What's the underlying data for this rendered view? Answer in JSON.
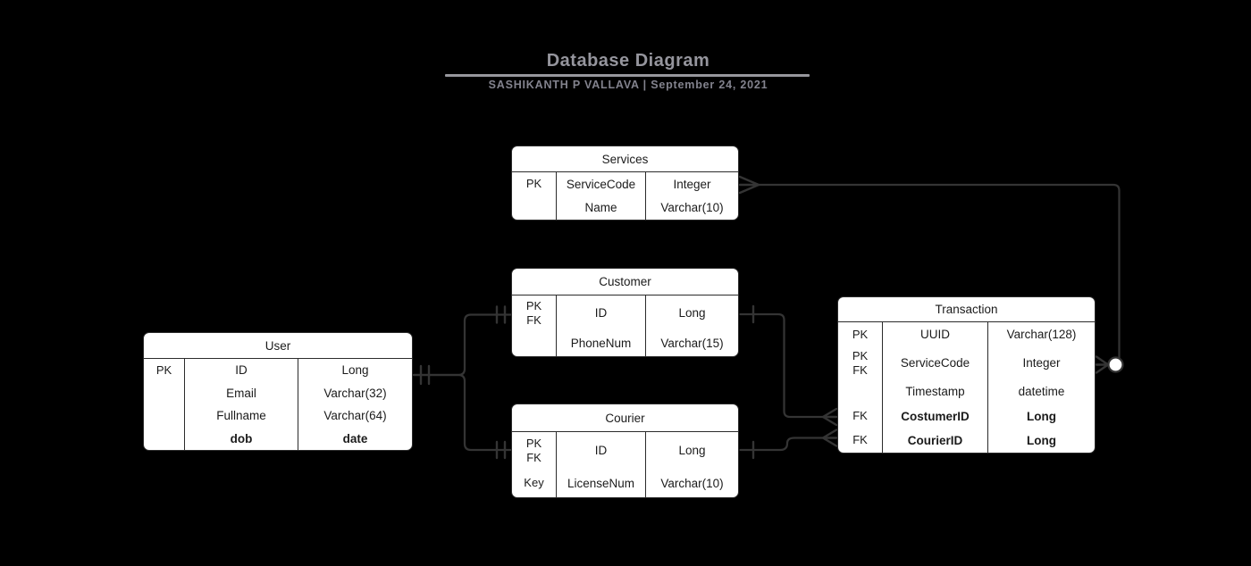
{
  "header": {
    "title": "Database Diagram",
    "subtitle": "SASHIKANTH P VALLAVA | September 24, 2021"
  },
  "colors": {
    "background": "#000000",
    "entity_fill": "#ffffff",
    "entity_border": "#2b2b2b",
    "connector": "#343434",
    "title_text": "#95959d"
  },
  "diagram": {
    "entities": [
      {
        "id": "services",
        "title": "Services",
        "rows": [
          {
            "keys": [
              "PK"
            ],
            "name": "ServiceCode",
            "type": "Integer",
            "bold": false
          },
          {
            "keys": [],
            "name": "Name",
            "type": "Varchar(10)",
            "bold": false
          }
        ]
      },
      {
        "id": "customer",
        "title": "Customer",
        "rows": [
          {
            "keys": [
              "PK",
              "FK"
            ],
            "name": "ID",
            "type": "Long",
            "bold": false
          },
          {
            "keys": [],
            "name": "PhoneNum",
            "type": "Varchar(15)",
            "bold": false
          }
        ]
      },
      {
        "id": "user",
        "title": "User",
        "rows": [
          {
            "keys": [
              "PK"
            ],
            "name": "ID",
            "type": "Long",
            "bold": false
          },
          {
            "keys": [],
            "name": "Email",
            "type": "Varchar(32)",
            "bold": false
          },
          {
            "keys": [],
            "name": "Fullname",
            "type": "Varchar(64)",
            "bold": false
          },
          {
            "keys": [],
            "name": "dob",
            "type": "date",
            "bold": true
          }
        ]
      },
      {
        "id": "courier",
        "title": "Courier",
        "rows": [
          {
            "keys": [
              "PK",
              "FK"
            ],
            "name": "ID",
            "type": "Long",
            "bold": false
          },
          {
            "keys": [
              "Key"
            ],
            "name": "LicenseNum",
            "type": "Varchar(10)",
            "bold": false
          }
        ]
      },
      {
        "id": "transaction",
        "title": "Transaction",
        "rows": [
          {
            "keys": [
              "PK"
            ],
            "name": "UUID",
            "type": "Varchar(128)",
            "bold": false
          },
          {
            "keys": [
              "PK",
              "FK"
            ],
            "name": "ServiceCode",
            "type": "Integer",
            "bold": false
          },
          {
            "keys": [],
            "name": "Timestamp",
            "type": "datetime",
            "bold": false
          },
          {
            "keys": [
              "FK"
            ],
            "name": "CostumerID",
            "type": "Long",
            "bold": true
          },
          {
            "keys": [
              "FK"
            ],
            "name": "CourierID",
            "type": "Long",
            "bold": true
          }
        ]
      }
    ],
    "relationships": [
      {
        "from": "Services",
        "to": "Transaction",
        "from_marker": "many",
        "to_marker": "zero-or-many"
      },
      {
        "from": "Customer",
        "to": "Transaction",
        "from_marker": "one",
        "to_marker": "many"
      },
      {
        "from": "Courier",
        "to": "Transaction",
        "from_marker": "one",
        "to_marker": "many"
      },
      {
        "from": "User",
        "to": "Customer",
        "from_marker": "one-and-only-one",
        "to_marker": "one-and-only-one"
      },
      {
        "from": "User",
        "to": "Courier",
        "from_marker": "one-and-only-one",
        "to_marker": "one-and-only-one"
      }
    ]
  }
}
